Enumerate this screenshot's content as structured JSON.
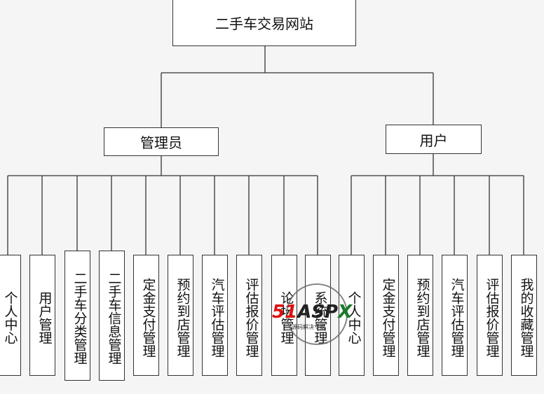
{
  "root": {
    "label": "二手车交易网站"
  },
  "admin": {
    "label": "管理员",
    "items": [
      "个人中心",
      "用户管理",
      "二手车分类管理",
      "二手车信息管理",
      "定金支付管理",
      "预约到店管理",
      "汽车评估管理",
      "评估报价管理",
      "论坛管理",
      "系统管理"
    ]
  },
  "user": {
    "label": "用户",
    "items": [
      "个人中心",
      "定金支付管理",
      "预约到店管理",
      "汽车评估管理",
      "评估报价管理",
      "我的收藏管理"
    ]
  },
  "watermark": {
    "main_a": "51",
    "main_b": "ASP",
    "main_c": "X",
    "sub": "源码解决专家"
  },
  "colors": {
    "line": "#333333",
    "box": "#ffffff",
    "background": "#f5f5f5"
  }
}
